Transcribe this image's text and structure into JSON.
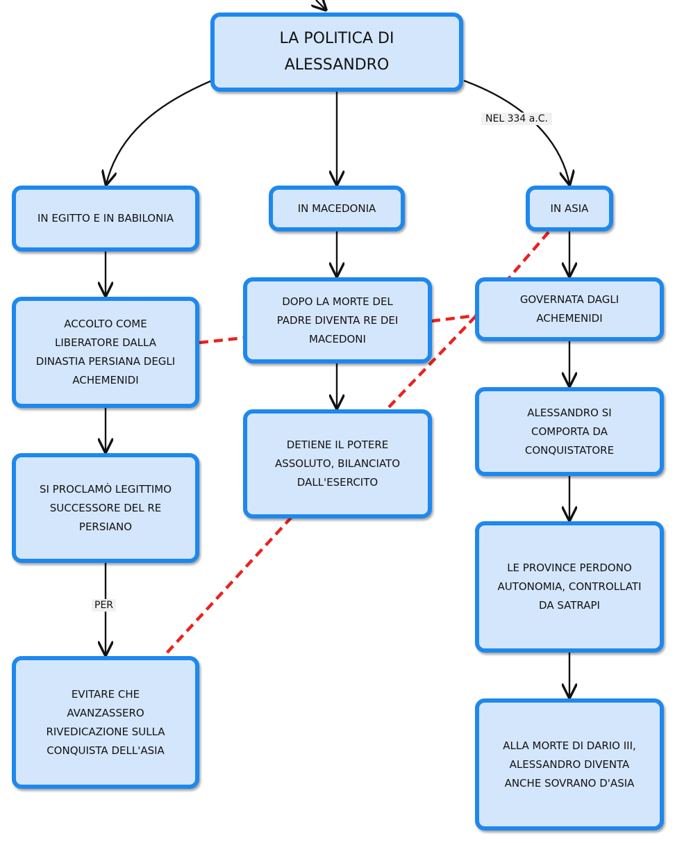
{
  "root": {
    "text": "LA POLITICA DI\nALESSANDRO"
  },
  "branches": {
    "egypt": "IN EGITTO E IN BABILONIA",
    "macedonia": "IN MACEDONIA",
    "asia": "IN ASIA"
  },
  "egypt_chain": {
    "welcomed": "ACCOLTO COME\nLIBERATORE DALLA\nDINASTIA PERSIANA DEGLI\nACHEMENIDI",
    "proclaimed": "SI PROCLAMÒ LEGITTIMO\nSUCCESSORE DEL RE\nPERSIANO",
    "avoid": "EVITARE CHE\nAVANZASSERO\nRIVEDICAZIONE SULLA\nCONQUISTA DELL'ASIA"
  },
  "macedonia_chain": {
    "king": "DOPO LA MORTE DEL\nPADRE DIVENTA RE DEI\nMACEDONI",
    "power": "DETIENE IL POTERE\nASSOLUTO, BILANCIATO\nDALL'ESERCITO"
  },
  "asia_chain": {
    "governed": "GOVERNATA DAGLI\nACHEMENIDI",
    "conqueror": "ALESSANDRO SI\nCOMPORTA DA\nCONQUISTATORE",
    "provinces": "LE PROVINCE PERDONO\nAUTONOMIA, CONTROLLATI\nDA SATRAPI",
    "sovereign": "ALLA MORTE DI DARIO III,\nALESSANDRO DIVENTA\nANCHE SOVRANO D'ASIA"
  },
  "edge_labels": {
    "asia_year": "NEL 334 a.C.",
    "per": "PER"
  },
  "colors": {
    "node_fill": "#d4e6fb",
    "node_border": "#1e88ee",
    "arrow": "#111111",
    "cross_link": "#e8231f"
  }
}
